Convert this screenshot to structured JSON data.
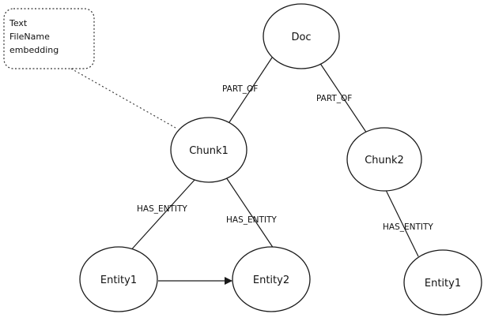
{
  "note": {
    "lines": [
      "Text",
      "FileName",
      "embedding"
    ]
  },
  "nodes": {
    "doc": "Doc",
    "chunk1": "Chunk1",
    "chunk2": "Chunk2",
    "chunk1_entity1": "Entity1",
    "chunk1_entity2": "Entity2",
    "chunk2_entity1": "Entity1"
  },
  "edges": {
    "chunk1_part_of": "PART_OF",
    "chunk2_part_of": "PART_OF",
    "chunk1_has_entity1": "HAS_ENTITY",
    "chunk1_has_entity2": "HAS_ENTITY",
    "chunk2_has_entity1": "HAS_ENTITY"
  }
}
